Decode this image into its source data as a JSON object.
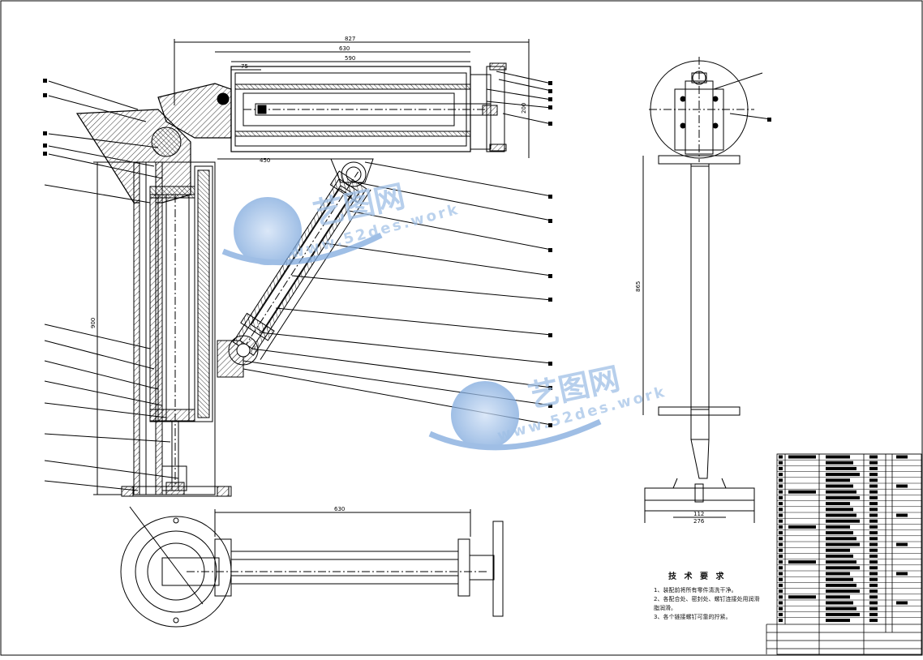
{
  "dimensions": {
    "d827": "827",
    "d630_top": "630",
    "d590": "590",
    "d75": "75",
    "d450": "450",
    "d200": "200",
    "d900_left": "900",
    "d630_bottom": "630",
    "d865": "865",
    "d112": "112",
    "d276": "276"
  },
  "watermark": {
    "brand": "艺图网",
    "url": "www.52des.work"
  },
  "tech_notes": {
    "title": "技 术 要 求",
    "line1": "1、装配前将所有零件清洗干净。",
    "line2": "2、各配合处、密封处、螺钉连接处用润滑",
    "line3": "脂润滑。",
    "line4": "3、各个链接螺钉可靠的拧紧。"
  },
  "colors": {
    "line": "#000000",
    "watermark": "#7fa9dd"
  }
}
